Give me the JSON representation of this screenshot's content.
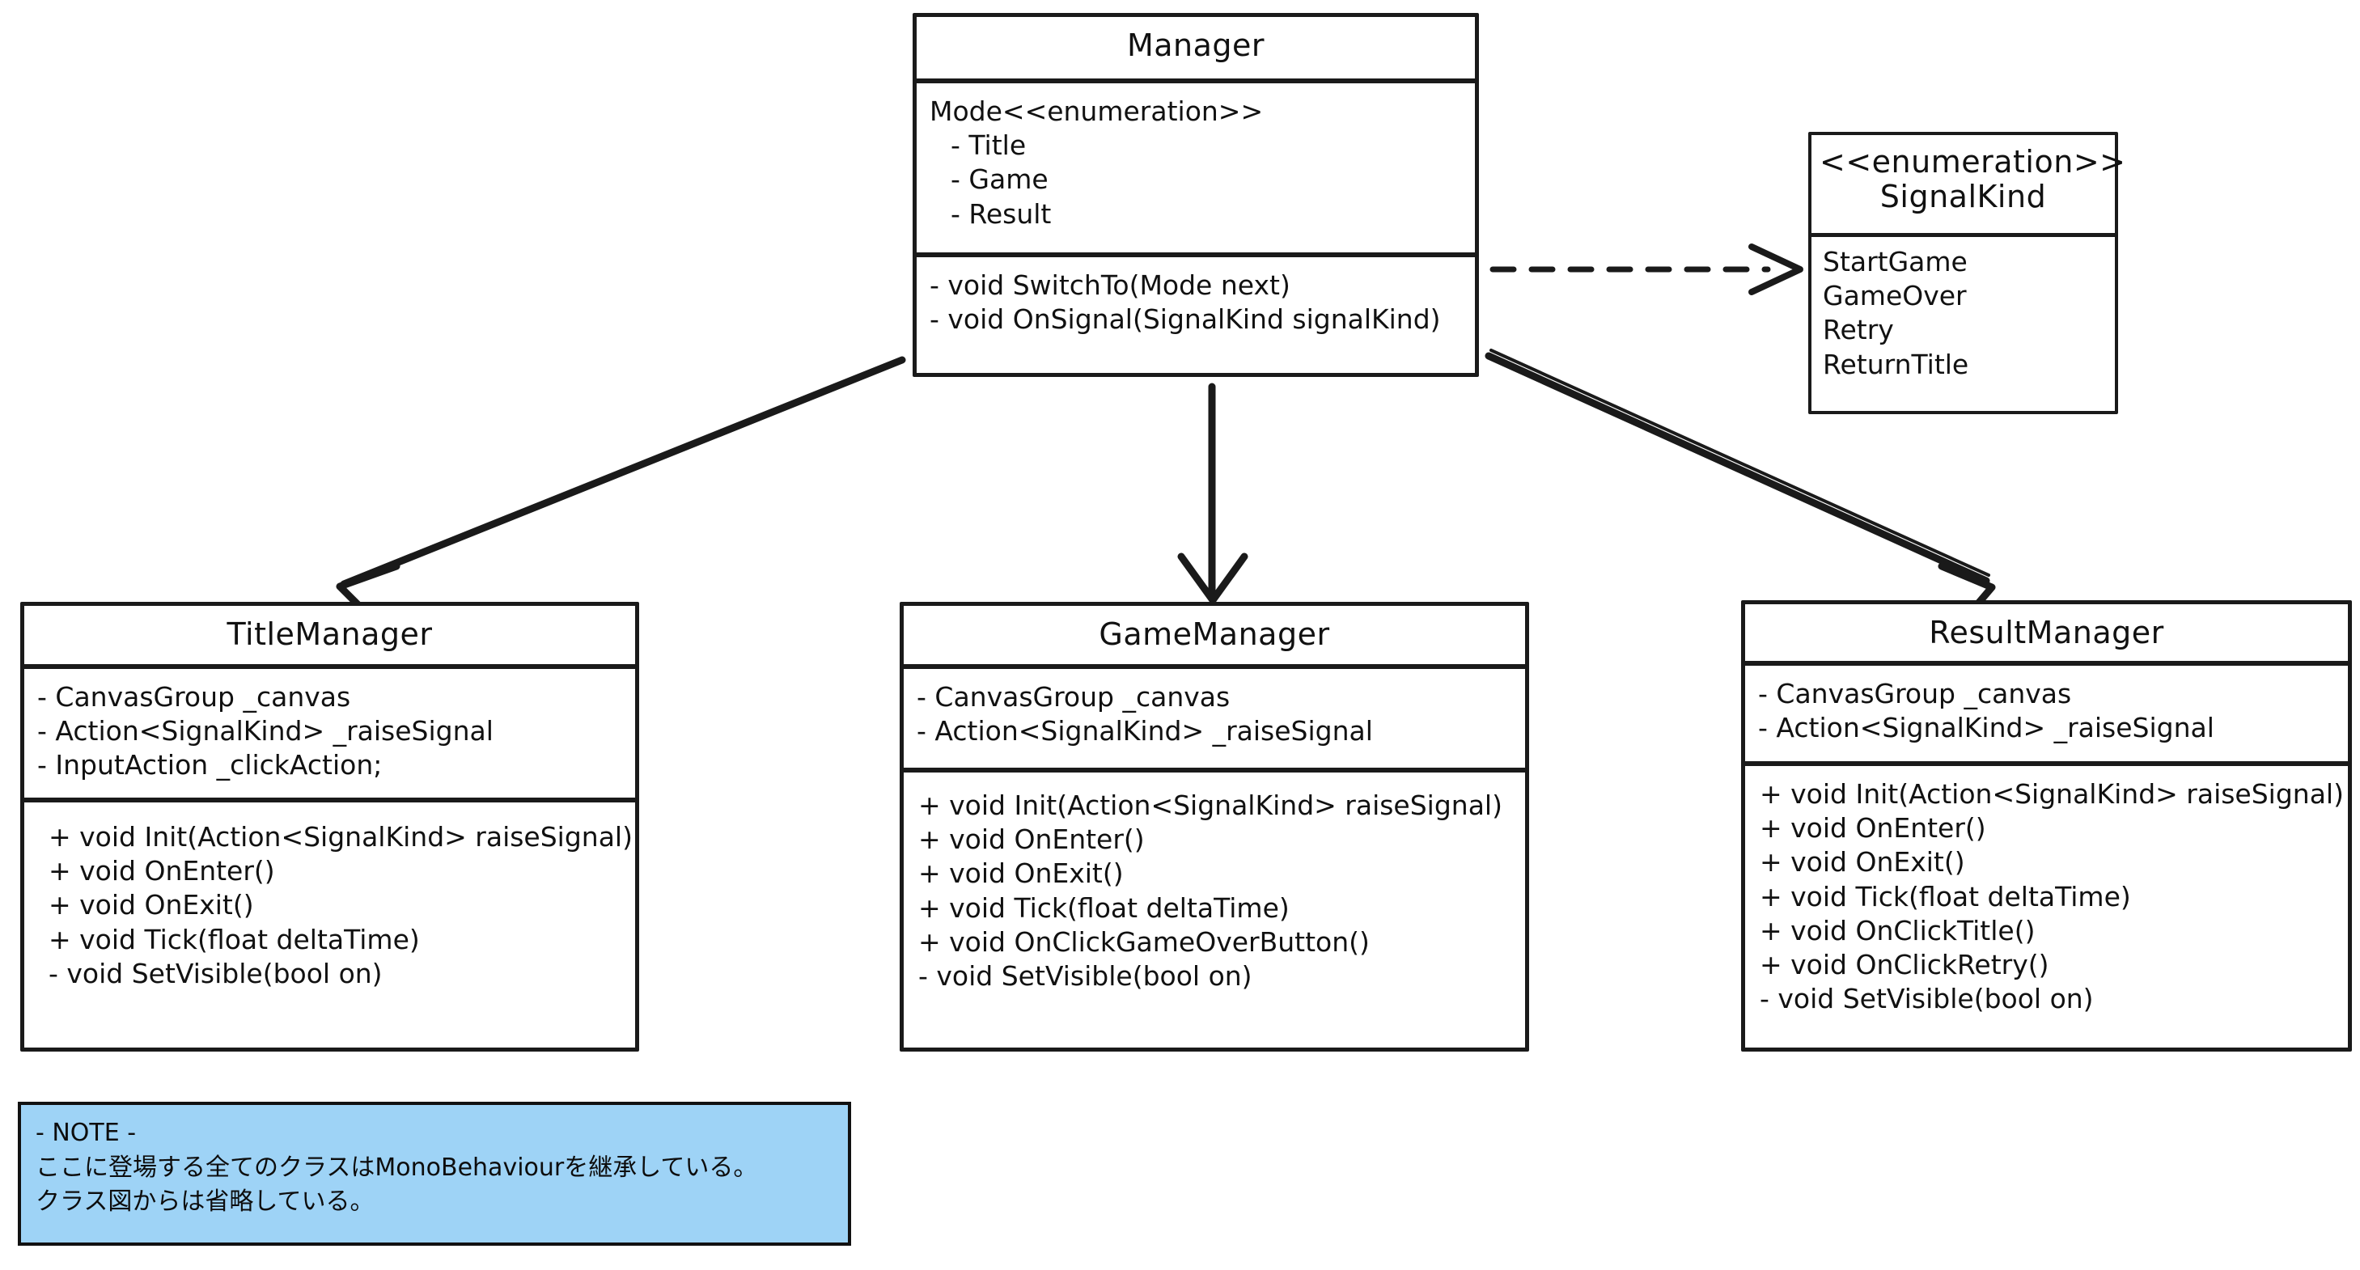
{
  "diagram": {
    "title": "UML Class Diagram",
    "style": "hand-drawn",
    "background": "#ffffff",
    "stroke_color": "#1a1a1a"
  },
  "classes": {
    "manager": {
      "name": "Manager",
      "attributes": [
        "Mode<<enumeration>>",
        "- Title",
        "- Game",
        "- Result"
      ],
      "methods": [
        "- void SwitchTo(Mode next)",
        "- void OnSignal(SignalKind signalKind)"
      ]
    },
    "signalkind": {
      "stereotype": "<<enumeration>>",
      "name": "SignalKind",
      "values": [
        "StartGame",
        "GameOver",
        "Retry",
        "ReturnTitle"
      ]
    },
    "title_manager": {
      "name": "TitleManager",
      "attributes": [
        "- CanvasGroup _canvas",
        "- Action<SignalKind> _raiseSignal",
        "- InputAction _clickAction;"
      ],
      "methods": [
        "+ void Init(Action<SignalKind> raiseSignal)",
        "+ void OnEnter()",
        "+ void OnExit()",
        "+ void Tick(float deltaTime)",
        "- void SetVisible(bool on)"
      ]
    },
    "game_manager": {
      "name": "GameManager",
      "attributes": [
        "- CanvasGroup _canvas",
        "- Action<SignalKind> _raiseSignal"
      ],
      "methods": [
        "+ void Init(Action<SignalKind> raiseSignal)",
        "+ void OnEnter()",
        "+ void OnExit()",
        "+ void Tick(float deltaTime)",
        "+ void OnClickGameOverButton()",
        "- void SetVisible(bool on)"
      ]
    },
    "result_manager": {
      "name": "ResultManager",
      "attributes": [
        "- CanvasGroup _canvas",
        "- Action<SignalKind> _raiseSignal"
      ],
      "methods": [
        "+ void Init(Action<SignalKind> raiseSignal)",
        "+ void OnEnter()",
        "+ void OnExit()",
        "+ void Tick(float deltaTime)",
        "+ void OnClickTitle()",
        "+ void OnClickRetry()",
        "- void SetVisible(bool on)"
      ]
    }
  },
  "note": {
    "fill_color": "#9ED3F6",
    "border_color": "#111111",
    "lines": [
      "- NOTE -",
      "ここに登場する全てのクラスはMonoBehaviourを継承している。",
      "クラス図からは省略している。"
    ]
  },
  "relations": [
    {
      "from": "Manager",
      "to": "SignalKind",
      "kind": "dependency",
      "line": "dashed",
      "arrowhead": "open"
    },
    {
      "from": "Manager",
      "to": "TitleManager",
      "kind": "association",
      "line": "solid",
      "arrowhead": "open"
    },
    {
      "from": "Manager",
      "to": "GameManager",
      "kind": "association",
      "line": "solid",
      "arrowhead": "open"
    },
    {
      "from": "Manager",
      "to": "ResultManager",
      "kind": "association",
      "line": "solid",
      "arrowhead": "open"
    }
  ]
}
